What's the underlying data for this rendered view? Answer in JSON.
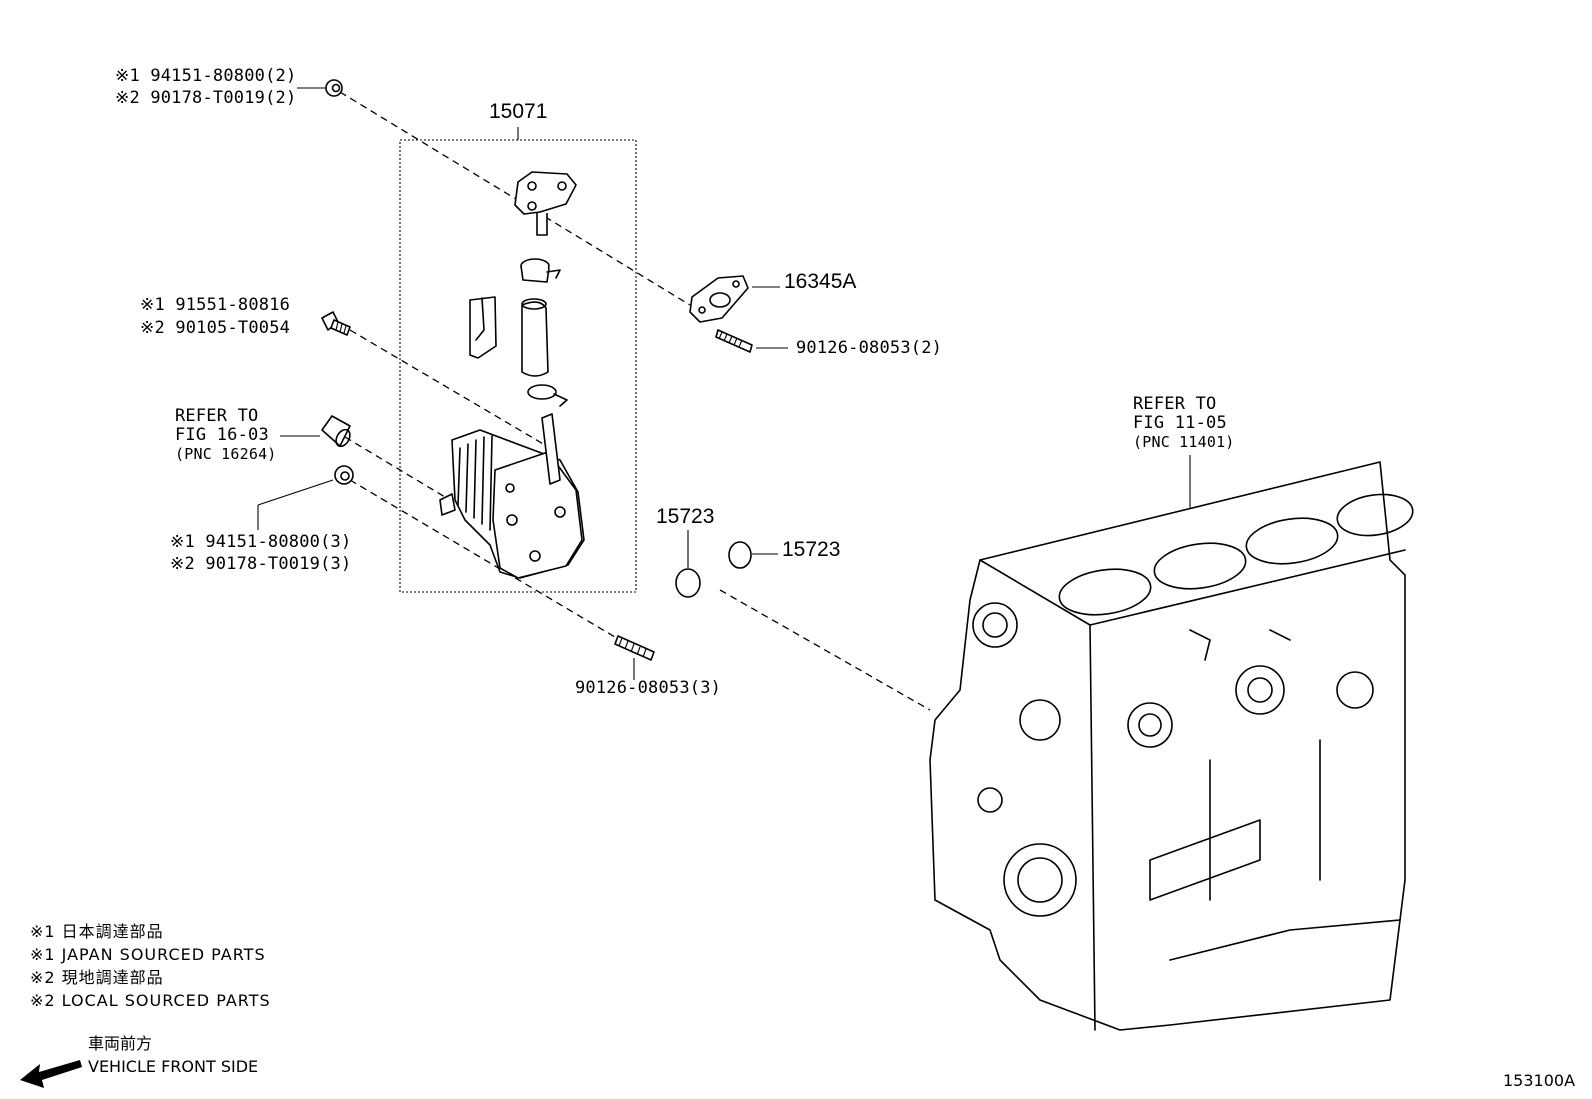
{
  "labels": {
    "nut_top_1": "※1 94151-80800(2)",
    "nut_top_2": "※2 90178-T0019(2)",
    "assembly": "15071",
    "gasket": "16345A",
    "stud_top": "90126-08053(2)",
    "bolt_1": "※1 91551-80816",
    "bolt_2": "※2 90105-T0054",
    "refer_left_1": "REFER TO",
    "refer_left_2": "FIG 16-03",
    "refer_left_3": "(PNC 16264)",
    "nut_low_1": "※1 94151-80800(3)",
    "nut_low_2": "※2 90178-T0019(3)",
    "oring_a": "15723",
    "oring_b": "15723",
    "stud_low": "90126-08053(3)",
    "refer_right_1": "REFER TO",
    "refer_right_2": "FIG 11-05",
    "refer_right_3": "(PNC 11401)"
  },
  "legend": {
    "line1": "※1 日本調達部品",
    "line2": "※1 JAPAN SOURCED PARTS",
    "line3": "※2 現地調達部品",
    "line4": "※2 LOCAL SOURCED PARTS"
  },
  "direction": {
    "line1": "車両前方",
    "line2": "VEHICLE FRONT SIDE",
    "arrow_icon": "arrow-left-icon"
  },
  "figure_id": "153100A"
}
